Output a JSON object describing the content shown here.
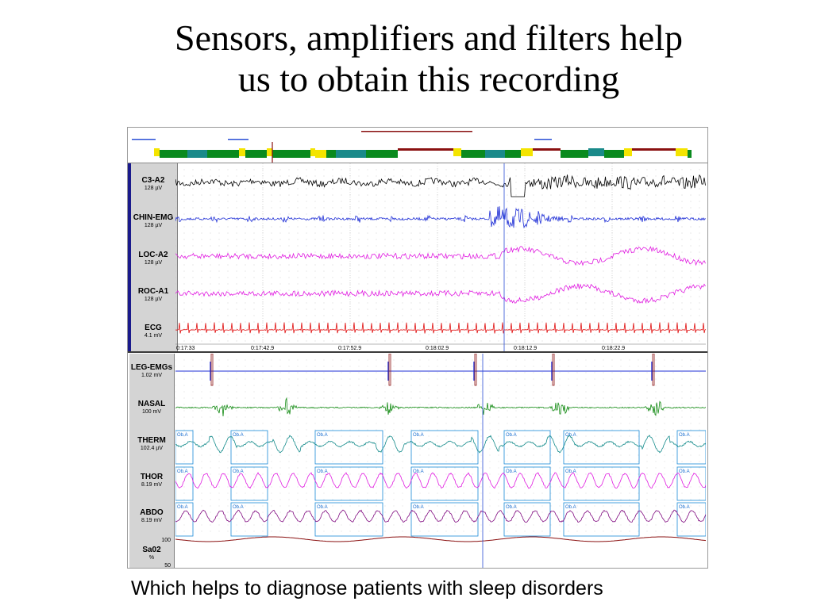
{
  "slide": {
    "title_line1": "Sensors, amplifiers and filters help",
    "title_line2": "us to obtain this recording",
    "caption": "Which helps to diagnose patients with sleep disorders"
  },
  "recording": {
    "top_channels": [
      {
        "name": "C3-A2",
        "scale": "128 µV",
        "color": "#000000"
      },
      {
        "name": "CHIN-EMG",
        "scale": "128 µV",
        "color": "#1f2fd6"
      },
      {
        "name": "LOC-A2",
        "scale": "128 µV",
        "color": "#e01be0"
      },
      {
        "name": "ROC-A1",
        "scale": "128 µV",
        "color": "#e01be0"
      },
      {
        "name": "ECG",
        "scale": "4.1 mV",
        "color": "#e01010"
      }
    ],
    "timestamps": [
      "0:17:33",
      "0:17:42.9",
      "0:17:52.9",
      "0:18:02.9",
      "0:18:12.9",
      "0:18:22.9"
    ],
    "bottom_channels": [
      {
        "name": "LEG-EMGs",
        "scale": "1.02 mV",
        "color": "#1f2fd6"
      },
      {
        "name": "NASAL",
        "scale": "100 mV",
        "color": "#128a12"
      },
      {
        "name": "THERM",
        "scale": "102.4 µV",
        "color": "#128a8a"
      },
      {
        "name": "THOR",
        "scale": "8.19 mV",
        "color": "#e01be0"
      },
      {
        "name": "ABDO",
        "scale": "8.19 mV",
        "color": "#800a80"
      },
      {
        "name": "Sa02",
        "scale": "%",
        "color": "#8a1010"
      }
    ],
    "event_label": "Ob.A",
    "sat_scale_top": "100",
    "sat_scale_bottom": "50",
    "colors": {
      "hypnogram_green": "#0a8a1e",
      "hypnogram_teal": "#1a8a8a",
      "hypnogram_yellow": "#f4e400",
      "hypnogram_darkred": "#8a1010",
      "marker_blue": "#2a4fd6",
      "event_box": "#1a8ad8"
    }
  }
}
